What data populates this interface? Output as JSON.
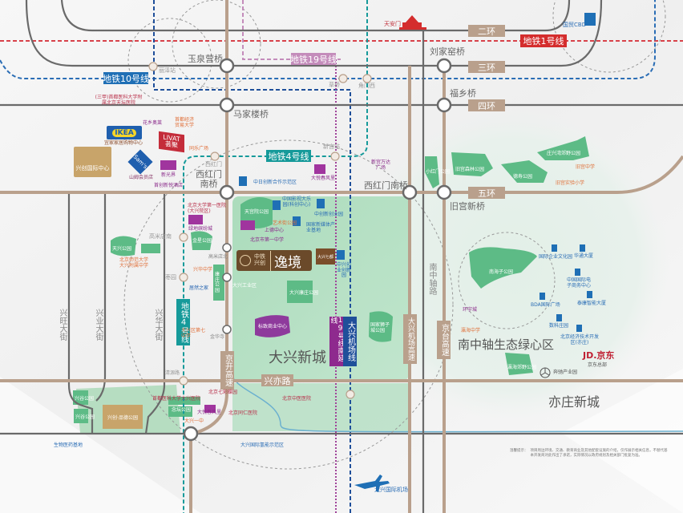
{
  "rings": {
    "ring2": "二环",
    "ring3": "三环",
    "ring4": "四环",
    "ring5": "五环",
    "xingyi": "兴亦路"
  },
  "metro": {
    "line1": "地铁1号线",
    "line10": "地铁10号线",
    "line19": "地铁19号线",
    "line4": "地铁4号线",
    "line4_vertical": "地铁4号线",
    "line19_south": "19号线南延线",
    "daxing_airport_line": "大兴机场线"
  },
  "highways": {
    "jingkai": "京开高速",
    "daxing_airport_expressway": "大兴机场高速",
    "jingtai": "京台高速",
    "nanzhongzhou": "南中轴路"
  },
  "bridges": {
    "yuquanying": "玉泉营桥",
    "majialou": "马家楼桥",
    "xihongmen_nan_left": "西红门\n南桥",
    "xihongmen_nan_right": "西红门南桥",
    "liujiayao": "刘家窑桥",
    "fuxiang": "福乡桥",
    "jiugong": "旧宫新桥"
  },
  "streets": {
    "xingwang": "兴旺大街",
    "xingye": "兴业大街",
    "xinghua": "兴华大街"
  },
  "stations": {
    "lize": "丽泽站",
    "caoqiao": "草桥",
    "jiaomen_west": "角门西",
    "xingong": "新宫站",
    "xihongmen": "西红门",
    "gaomidian_nan": "高米店南",
    "zaoyuan": "枣园",
    "qingyuanlu": "清源路",
    "gaomidian_bei": "高米店北",
    "jinhua": "金华寺"
  },
  "landmarks": {
    "tiananmen": "天安门",
    "guomao": "国贸CBD",
    "airport": "大兴国际机场"
  },
  "project": {
    "brand": "中铁兴创",
    "name": "逸境"
  },
  "districts": {
    "daxing": "大兴新城",
    "green_core": "南中轴生态绿心区",
    "yizhuang": "亦庄新城"
  },
  "brands": {
    "ikea_logo": "IKEA",
    "ikea_label": "宜家家居购物中心",
    "livat_logo": "LIVAT 荟聚",
    "sams_logo": "Sam's",
    "sams_label": "山姆会员店",
    "xingchuang": "兴创国际中心",
    "jd_logo": "JD.京东",
    "jd_label": "京东总部",
    "mercedes": "奔驰产业园",
    "easyhome": "居然之家"
  },
  "pois": {
    "tiantan_hospital": "(三甲)首都医科大学附属北京天坛医院",
    "huaxiang": "花乡奥莱",
    "capital_econ": "首都经济贸易大学",
    "fengtai_plaza": "同乐广场",
    "xinguangjie": "新光界",
    "yuesong_hotel": "首创新悦酒店",
    "zhongri": "中日创新合作示范区",
    "dayue_chunfeng": "大悦春风里",
    "wanda": "新宫万达广场",
    "pku_hospital": "北京大学第一医院(大兴院区)",
    "lvdi": "绿地缤纷城",
    "tianhong": "天宫院公园",
    "zhongguo_yingshi": "中国影视大乐园(科创中心)",
    "zhongchuang": "中创新创业园",
    "guojia_xinmeiti": "国家新媒体产业基地",
    "yishu": "艺术街公园",
    "shanghui": "上德中心",
    "yizhong": "北京市第一中学",
    "daxing_qidu": "大兴七都",
    "zhongxing": "中兴创业创新园",
    "daxing_park": "大兴康庄公园",
    "jinxing_park": "金星公园",
    "kangzhuang_park": "康庄公园",
    "tianshan_park": "天兴公园",
    "biaoxing": "标致商业中心",
    "daxing_tech": "大兴工业区",
    "guocui_park": "国家狮子城公园",
    "xiaohongmen_park": "小红门公园",
    "jiugong_park": "旧宫森林公园",
    "deshou_park": "德寿公园",
    "dongxing_park": "庄兴湾郊野公园",
    "jiugong_school": "旧宫中学",
    "jiugong_primary": "旧宫实验小学",
    "nanhaizi": "南海子公园",
    "guoji_qiye": "国际企业文化园",
    "huatong": "华通大厦",
    "zhongguo_dianzi": "中国国际电子商务中心",
    "bda_plaza": "BDA国际广场",
    "taiyang": "泰康智能大厦",
    "shuke": "数科庄园",
    "beijing_econ": "北京经济技术开发区(亦庄)",
    "guanyin": "瀛海中学",
    "jiyuan": "环宇城",
    "nanhai_park": "瀛海郊野公园",
    "xinggu_park": "兴谷公园",
    "xinggu_park2": "兴谷公园",
    "xingchuang_park": "兴创·品德公园",
    "daxing_hospital": "首都医科大学大兴医院",
    "niuxin_park": "念坛公园",
    "beijing_qigongli": "北京七彩蝶园",
    "daxing_yizhong": "大兴一中",
    "dayue_chunfeng2": "大悦春风里",
    "tongren": "北京同仁医院",
    "fuyou": "北京中医医院",
    "daxing_biomed": "生物医药基地",
    "daxing_intl_hydrogen": "大兴国际氢能示范区",
    "nanhai_mid": "瀛海中学",
    "beida_fuzhong": "北京师范大学大兴附属中学",
    "guanghua": "兴华中学",
    "xinggu_school": "大兴区第七中学"
  },
  "disclaimer": {
    "title": "温馨提示：",
    "body": "项目周边环境、交通、教育商业及其他配套设施的介绍，仅作展示相关信息，不替代基本开发商对此作出了承诺，实际情况以政府规划及相关部门批复为准。"
  },
  "colors": {
    "road_brown": "#b9a08c",
    "road_gray": "#6a6a6a",
    "line1": "#d8424a",
    "line10": "#2a6db5",
    "line19": "#c48cbb",
    "line4": "#169a9a",
    "airport_line": "#1f4f9a",
    "park": "#5dbb86",
    "project": "#6b4a2a"
  }
}
